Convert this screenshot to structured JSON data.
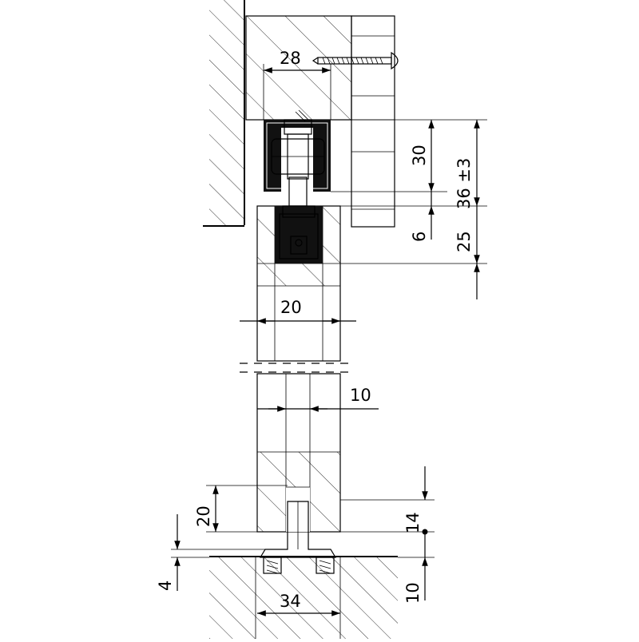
{
  "dimensions": {
    "top_width": "28",
    "height_30": "30",
    "height_36_tol": "36 ±3",
    "gap_6": "6",
    "height_25": "25",
    "door_width": "20",
    "guide_slot": "10",
    "guide_height_20": "20",
    "guide_14": "14",
    "floor_gap_4": "4",
    "floor_depth_10": "10",
    "base_width": "34"
  }
}
